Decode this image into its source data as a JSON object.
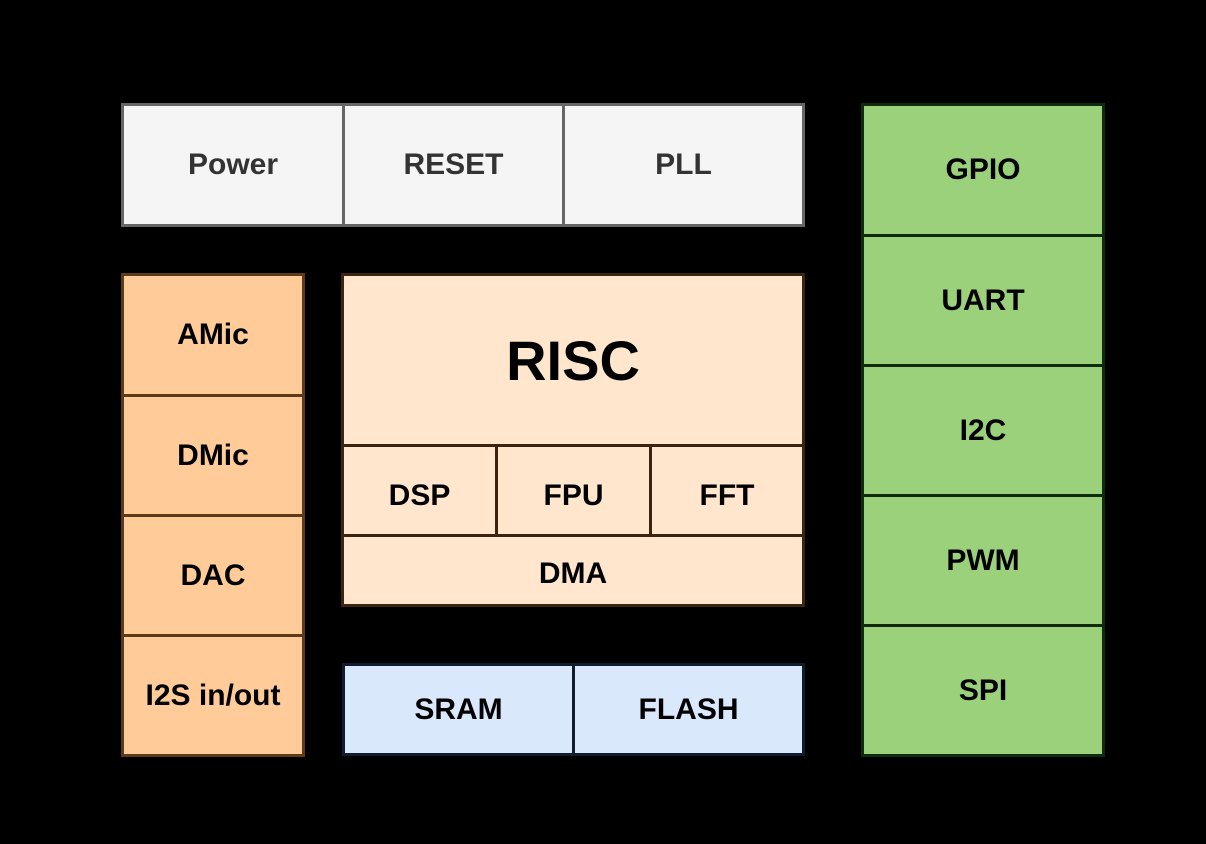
{
  "top_row": {
    "power": "Power",
    "reset": "RESET",
    "pll": "PLL"
  },
  "audio_column": {
    "amic": "AMic",
    "dmic": "DMic",
    "dac": "DAC",
    "i2s": "I2S in/out"
  },
  "cpu": {
    "risc": "RISC",
    "dsp": "DSP",
    "fpu": "FPU",
    "fft": "FFT",
    "dma": "DMA"
  },
  "memory": {
    "sram": "SRAM",
    "flash": "FLASH"
  },
  "peripherals": {
    "gpio": "GPIO",
    "uart": "UART",
    "i2c": "I2C",
    "pwm": "PWM",
    "spi": "SPI"
  },
  "colors": {
    "background": "#000000",
    "gray_fill": "#f5f5f5",
    "orange_fill": "#ffcc99",
    "peach_fill": "#ffe6cc",
    "blue_fill": "#dae8fc",
    "green_fill": "#9ad17a"
  }
}
